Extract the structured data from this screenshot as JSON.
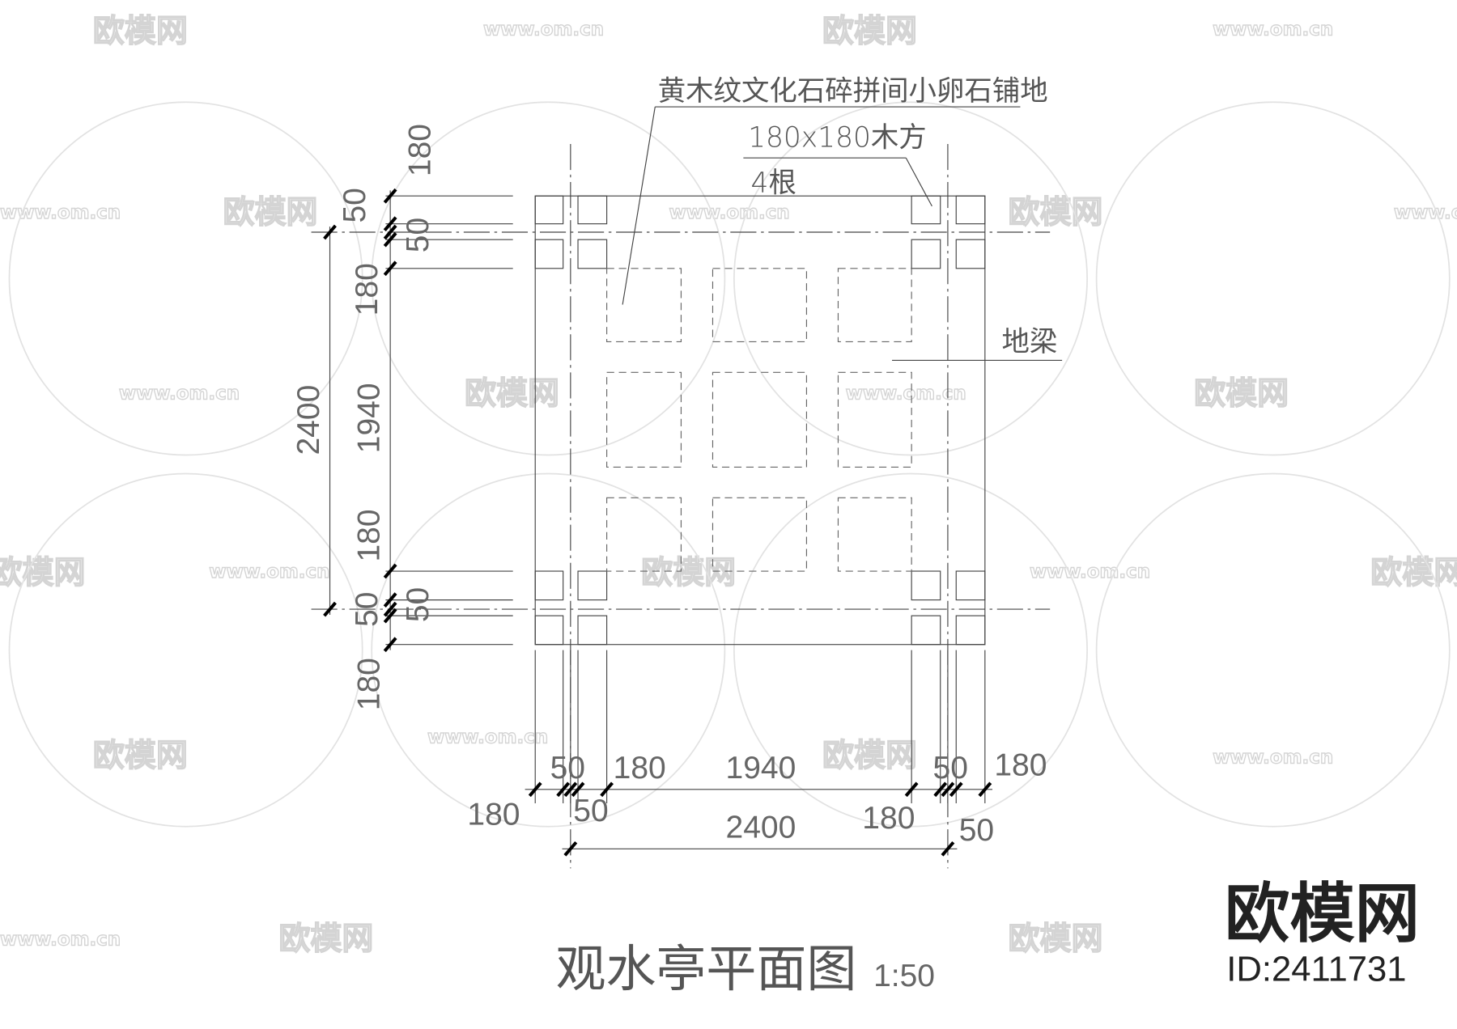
{
  "drawing": {
    "title": "观水亭平面图",
    "scale": "1:50",
    "notes": {
      "paving": "黄木纹文化石碎拼间小卵石铺地",
      "timber": "180x180木方",
      "timber_count": "4根",
      "ground_beam": "地梁"
    },
    "left_dims": {
      "top_180": "180",
      "top_50a": "50",
      "top_50b": "50",
      "upper_180": "180",
      "mid_1940": "1940",
      "lower_180": "180",
      "bot_50a": "50",
      "bot_50b": "50",
      "bot_180": "180",
      "total_2400": "2400"
    },
    "bottom_dims": {
      "l_180": "180",
      "l_50a": "50",
      "l_50b": "50",
      "l_180b": "180",
      "mid_1940": "1940",
      "r_180": "180",
      "r_50a": "50",
      "r_50b": "50",
      "r_180b": "180",
      "total_2400": "2400"
    }
  },
  "logo": {
    "name": "欧模网",
    "id": "ID:2411731"
  },
  "watermark": {
    "brand": "欧模网",
    "url": "www.om.cn"
  },
  "colors": {
    "line": "#333333",
    "watermark": "#d4d4d4"
  }
}
